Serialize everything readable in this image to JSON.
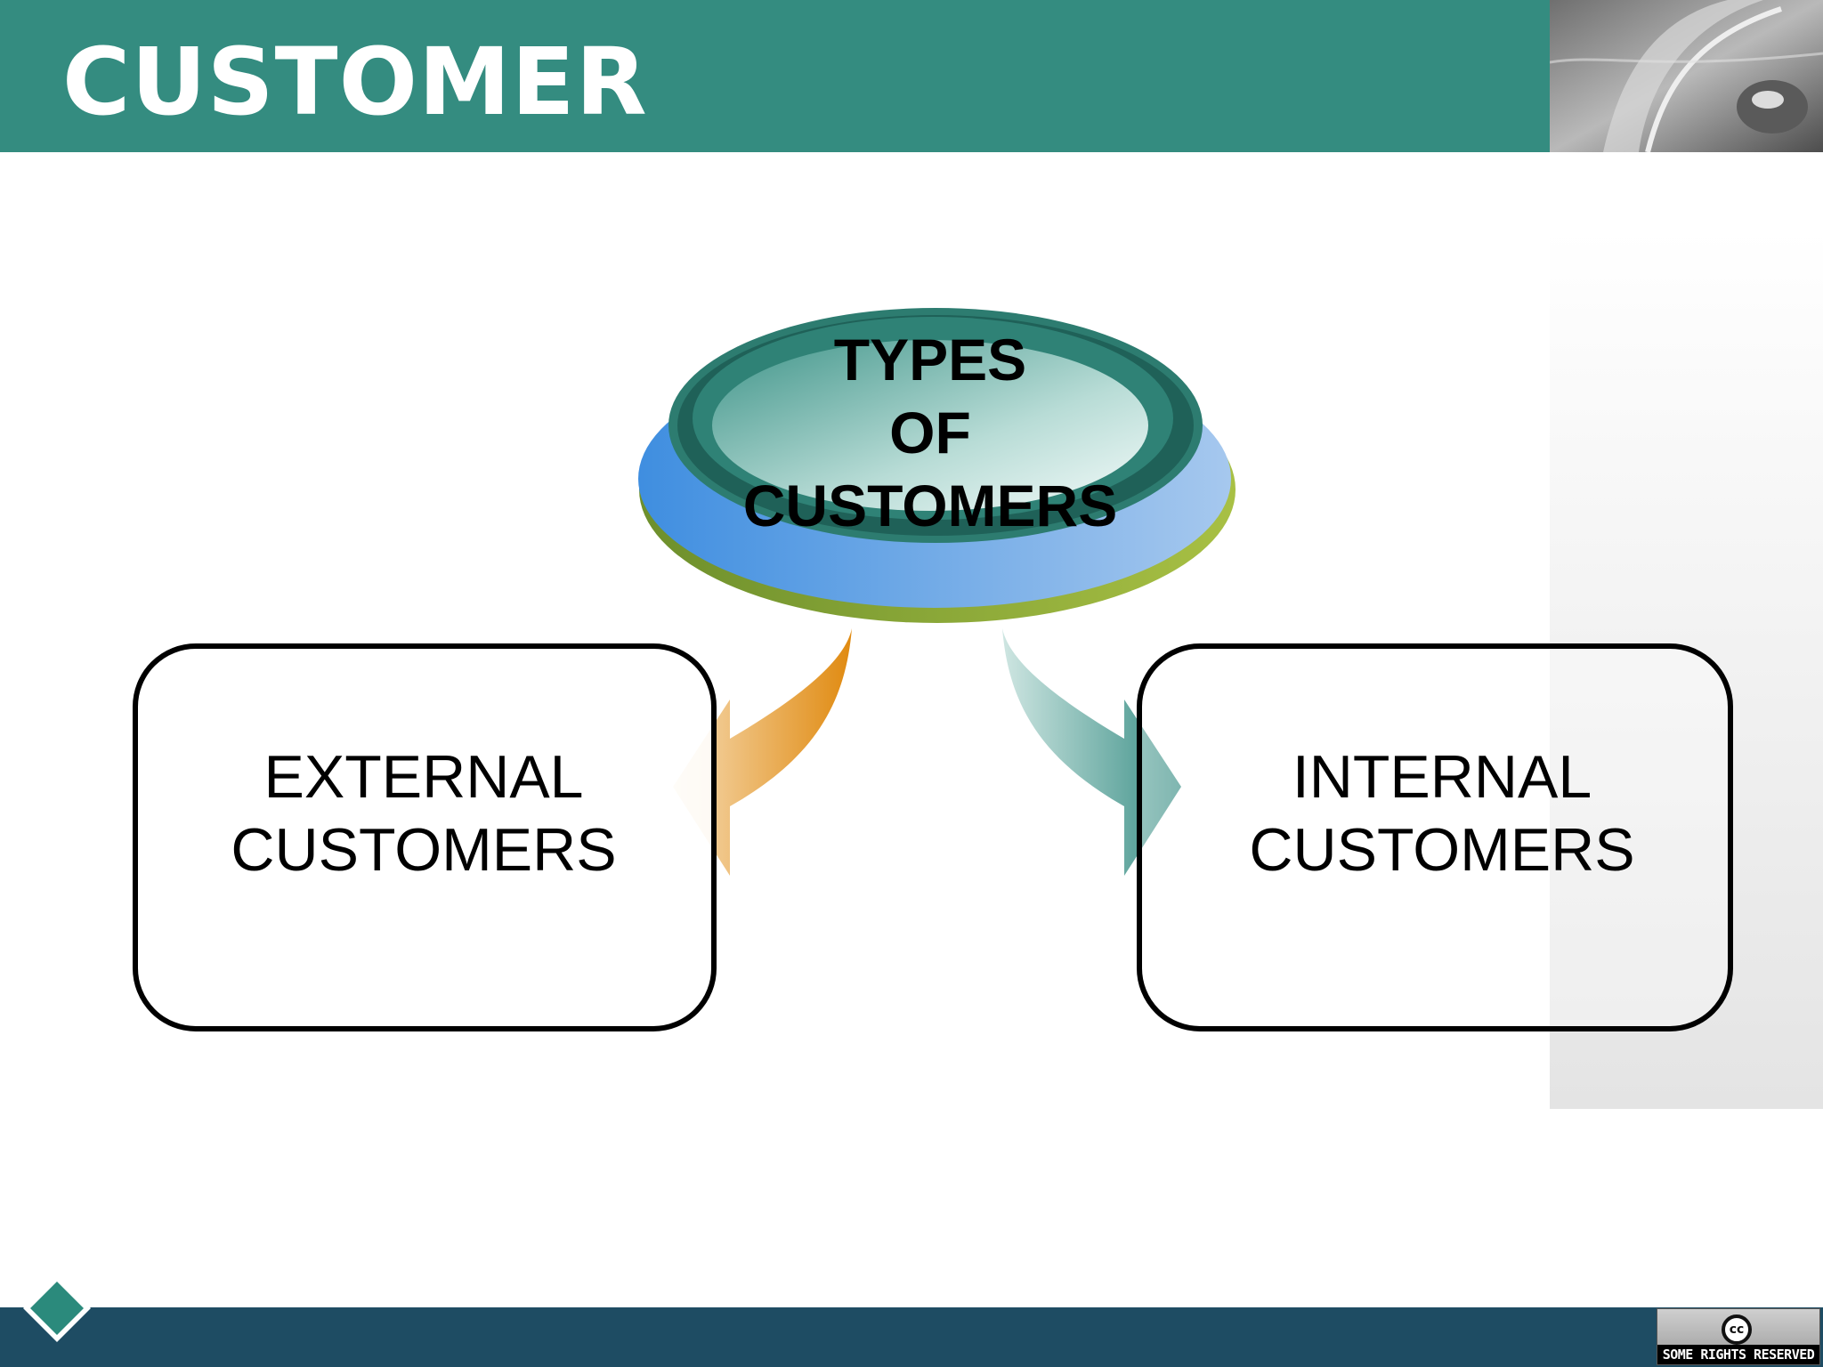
{
  "slide": {
    "title": "CUSTOMER"
  },
  "diagram": {
    "hub": {
      "line1": "TYPES",
      "line2": "OF",
      "line3": "CUSTOMERS"
    },
    "left_box": {
      "line1": "EXTERNAL",
      "line2": "CUSTOMERS"
    },
    "right_box": {
      "line1": "INTERNAL",
      "line2": "CUSTOMERS"
    }
  },
  "license_badge": {
    "icon_text": "cc",
    "text": "SOME RIGHTS RESERVED"
  },
  "colors": {
    "title_bar": "#348c80",
    "footer_bar": "#1e4c63",
    "hub_teal": "#2d7c70",
    "hub_blue": "#4a90d9",
    "arrow_orange": "#e08a10",
    "arrow_teal": "#3a8f86"
  }
}
